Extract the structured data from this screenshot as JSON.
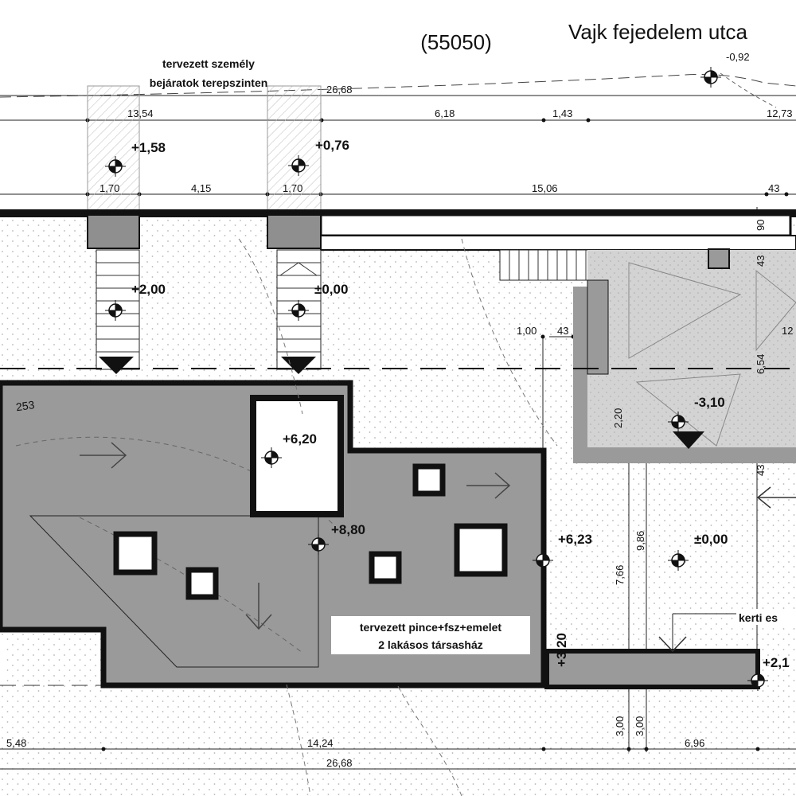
{
  "header": {
    "plot_number": "(55050)",
    "street_name": "Vajk fejedelem utca"
  },
  "notes": {
    "entrances_line1": "tervezett személy",
    "entrances_line2": "bejáratok terepszinten",
    "building_line1": "tervezett pince+fsz+emelet",
    "building_line2": "2 lakásos társasház",
    "garden": "kerti es"
  },
  "old_parcel_number": "253",
  "levels": {
    "street_corner": "-0,92",
    "entrance_left": "+1,58",
    "entrance_right": "+0,76",
    "stair_left": "+2,00",
    "stair_right": "±0,00",
    "roof_high": "+6,20",
    "roof_top": "+8,80",
    "wall_side": "+6,23",
    "garden_ground": "±0,00",
    "sunken_yard": "-3,10",
    "wall_low": "+3,20",
    "wall_right": "+2,1"
  },
  "dimensions": {
    "total_top": "26,68",
    "top_a": "13,54",
    "top_b": "6,18",
    "top_c": "1,43",
    "top_d": "12,73",
    "row2_a": "1,70",
    "row2_b": "4,15",
    "row2_c": "1,70",
    "row2_d": "15,06",
    "row2_e": "43",
    "v_90": "90",
    "v_43a": "43",
    "h_100": "1,00",
    "h_43": "43",
    "h_12": "12",
    "v_654": "6,54",
    "v_220": "2,20",
    "v_43b": "43",
    "v_986": "9,86",
    "v_766": "7,66",
    "v_300a": "3,00",
    "v_300b": "3,00",
    "bottom_a": "5,48",
    "bottom_b": "14,24",
    "bottom_c": "6,96",
    "total_bottom": "26,68"
  },
  "colors": {
    "building": "#9a9a9a",
    "stair_fill": "#8f8f8f",
    "yard": "#cfcfcf",
    "line": "#111111"
  }
}
